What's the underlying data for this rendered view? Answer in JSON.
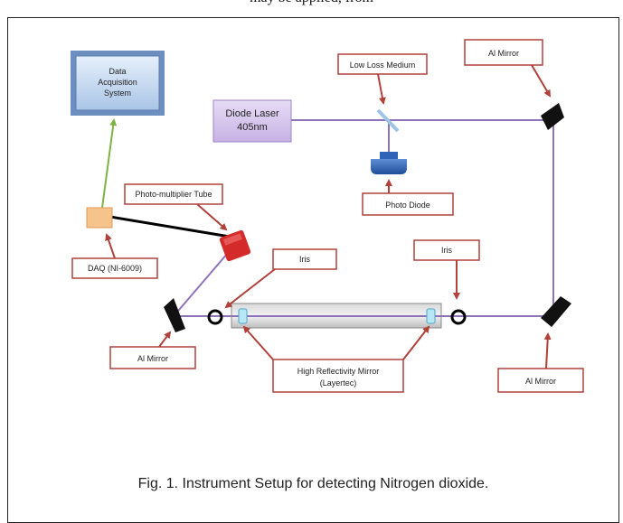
{
  "header_text": "may be applied, from",
  "caption": "Fig. 1. Instrument Setup for detecting Nitrogen dioxide.",
  "components": {
    "daq_system": [
      "Data",
      "Acquisition",
      "System"
    ],
    "diode_laser": [
      "Diode Laser",
      "405nm"
    ]
  },
  "callouts": {
    "low_loss_medium": "Low Loss Medium",
    "al_mirror_top_right": "Al Mirror",
    "photo_diode": "Photo Diode",
    "photo_multiplier_tube": "Photo-multiplier Tube",
    "daq_ni": "DAQ (NI-6009)",
    "iris_left": "Iris",
    "iris_right": "Iris",
    "al_mirror_left": "Al Mirror",
    "high_reflectivity_mirror": [
      "High Reflectivity Mirror",
      "(Layertec)"
    ],
    "al_mirror_bottom_right": "Al Mirror"
  },
  "colors": {
    "beam": "#8e72b8",
    "callout_border": "#b0413b",
    "arrow": "#b0413b",
    "signal_line": "#7cb342",
    "pmt": "#d42a2a",
    "photodiode": "#2f63b8",
    "daq_box": "#f7c38d",
    "laser_box": "#d9c9ef",
    "cell": "#c9c9c9"
  }
}
